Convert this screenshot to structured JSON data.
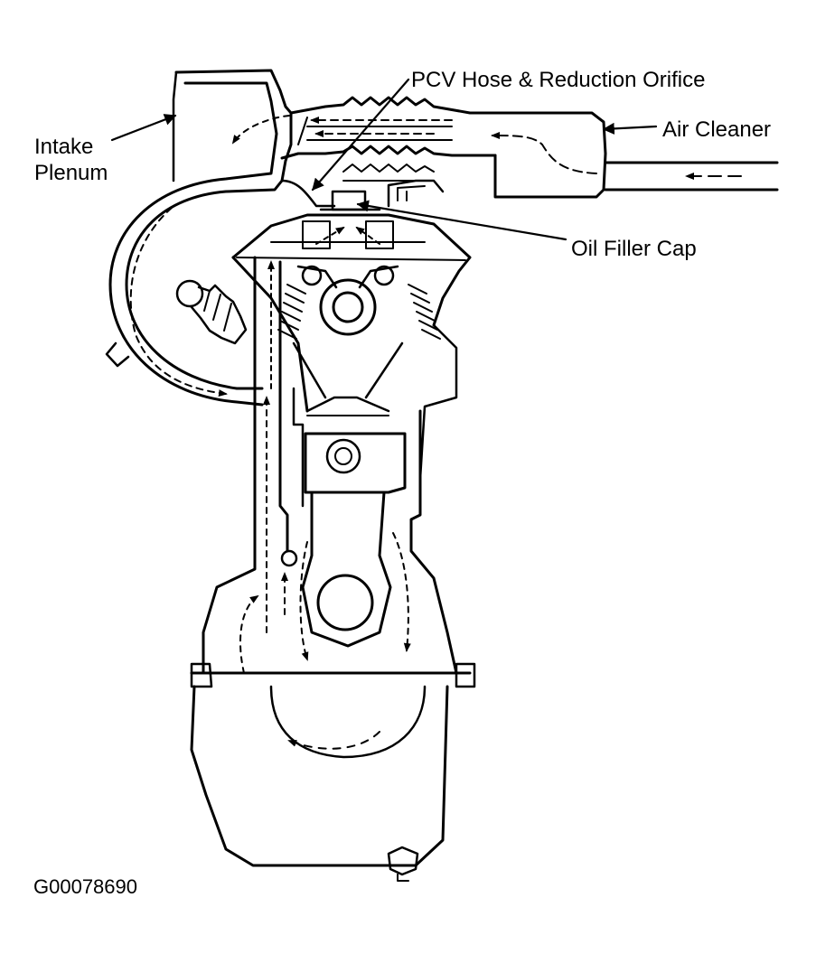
{
  "labels": {
    "pcv_hose": "PCV Hose & Reduction Orifice",
    "air_cleaner": "Air Cleaner",
    "intake_plenum_line1": "Intake",
    "intake_plenum_line2": "Plenum",
    "oil_filler_cap": "Oil Filler Cap",
    "figure_code": "G00078690"
  },
  "colors": {
    "line": "#000000",
    "background": "#ffffff"
  }
}
